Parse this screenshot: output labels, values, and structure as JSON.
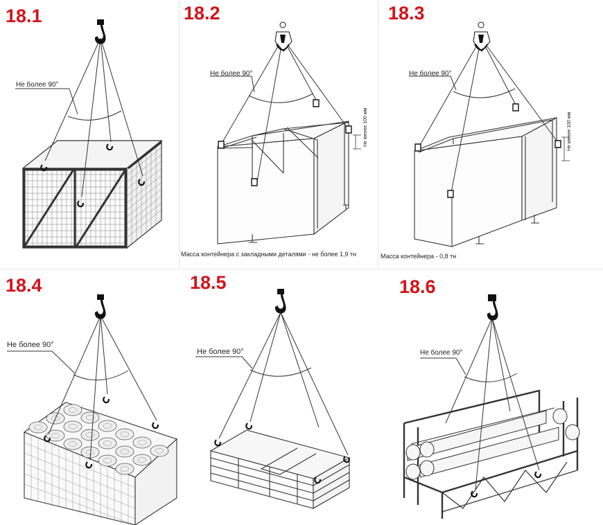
{
  "panels": [
    {
      "number": "18.1",
      "angle_label": "Не более 90°"
    },
    {
      "number": "18.2",
      "angle_label": "Не более 90°",
      "clearance_label": "Не менее 100 мм",
      "caption": "Масса контейнера с закладными деталями - не более 1,9 тн"
    },
    {
      "number": "18.3",
      "angle_label": "Не более 90°",
      "clearance_label": "Не менее 100 мм",
      "caption": "Масса контейнера - 0,8 тн"
    },
    {
      "number": "18.4",
      "angle_label": "Не более 90°"
    },
    {
      "number": "18.5",
      "angle_label": "Не более 90°"
    },
    {
      "number": "18.6",
      "angle_label": "Не более 90°"
    }
  ],
  "colors": {
    "number": "#d2131a",
    "line": "#333333",
    "background": "#ffffff"
  },
  "icons": [
    "crane-hook-icon",
    "sling-hook-icon"
  ]
}
